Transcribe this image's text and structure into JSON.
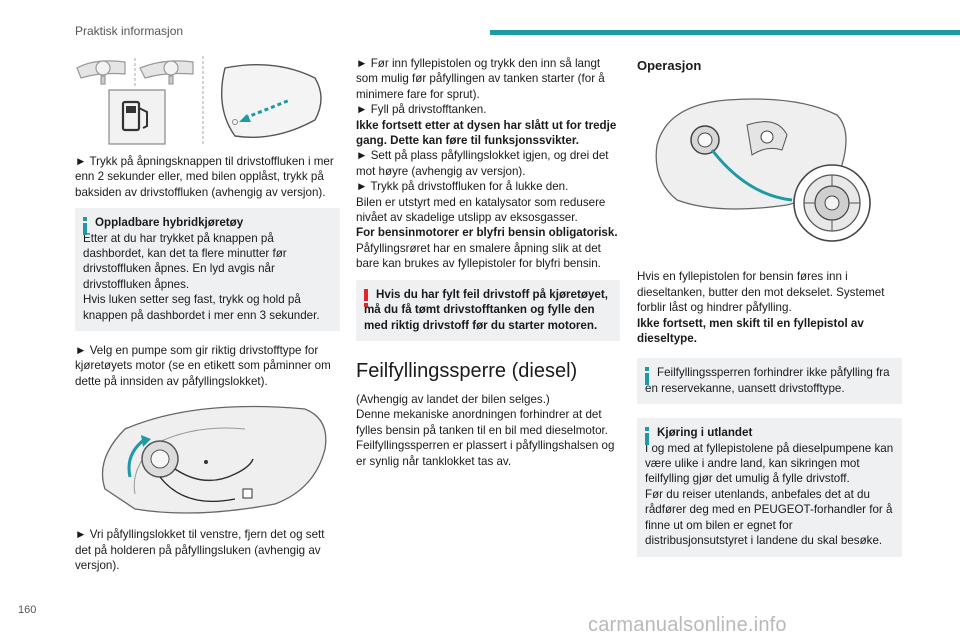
{
  "header": {
    "title": "Praktisk informasjon"
  },
  "footer": {
    "page_number": "160",
    "watermark": "carmanualsonline.info"
  },
  "colors": {
    "accent": "#1e9aa5",
    "warning": "#e0262a"
  },
  "col1": {
    "p1": "► Trykk på åpningsknappen til drivstoffluken i mer enn 2 sekunder eller, med bilen opplåst, trykk på baksiden av drivstoffluken (avhengig av versjon).",
    "note1": {
      "title": "Oppladbare hybridkjøretøy",
      "text1": "Etter at du har trykket på knappen på dashbordet, kan det ta flere minutter før drivstoffluken åpnes. En lyd avgis når drivstoffluken åpnes.",
      "text2": "Hvis luken setter seg fast, trykk og hold på knappen på dashbordet i mer enn 3 sekunder."
    },
    "p2": "► Velg en pumpe som gir riktig drivstofftype for kjøretøyets motor (se en etikett som påminner om dette på innsiden av påfyllingslokket).",
    "p3": "► Vri påfyllingslokket til venstre, fjern det og sett det på holderen på påfyllingsluken (avhengig av versjon)."
  },
  "col2": {
    "p1": "► Før inn fyllepistolen og trykk den inn så langt som mulig før påfyllingen av tanken starter (for å minimere fare for sprut).",
    "p2": "► Fyll på drivstofftanken.",
    "p3_bold": "Ikke fortsett etter at dysen har slått ut for tredje gang. Dette kan føre til funksjonssvikter.",
    "p4": "► Sett på plass påfyllingslokket igjen, og drei det mot høyre (avhengig av versjon).",
    "p5": "► Trykk på drivstoffluken for å lukke den.",
    "p6": "Bilen er utstyrt med en katalysator som redusere nivået av skadelige utslipp av eksosgasser.",
    "p7_bold": "For bensinmotorer er blyfri bensin obligatorisk.",
    "p8": "Påfyllingsrøret har en smalere åpning slik at det bare kan brukes av fyllepistoler for blyfri bensin.",
    "warning": "Hvis du har fylt feil drivstoff på kjøretøyet, må du få tømt drivstofftanken og fylle den med riktig drivstoff før du starter motoren.",
    "section_title": "Feilfyllingssperre (diesel)",
    "s1": "(Avhengig av landet der bilen selges.)",
    "s2": "Denne mekaniske anordningen forhindrer at det fylles bensin på tanken til en bil med dieselmotor.",
    "s3": "Feilfyllingssperren er plassert i påfyllingshalsen og er synlig når tanklokket tas av."
  },
  "col3": {
    "heading": "Operasjon",
    "p1": "Hvis en fyllepistolen for bensin føres inn i dieseltanken, butter den mot dekselet. Systemet forblir låst og hindrer påfylling.",
    "p2_bold": "Ikke fortsett, men skift til en fyllepistol av dieseltype.",
    "note1": "Feilfyllingssperren forhindrer ikke påfylling fra en reservekanne, uansett drivstofftype.",
    "note2": {
      "title": "Kjøring i utlandet",
      "text1": "I og med at fyllepistolene på dieselpumpene kan være ulike i andre land, kan sikringen mot feilfylling gjør det umulig å fylle drivstoff.",
      "text2": "Før du reiser utenlands, anbefales det at du rådfører deg med en PEUGEOT-forhandler for å finne ut om bilen er egnet for distribusjonsutstyret i landene du skal besøke."
    }
  }
}
